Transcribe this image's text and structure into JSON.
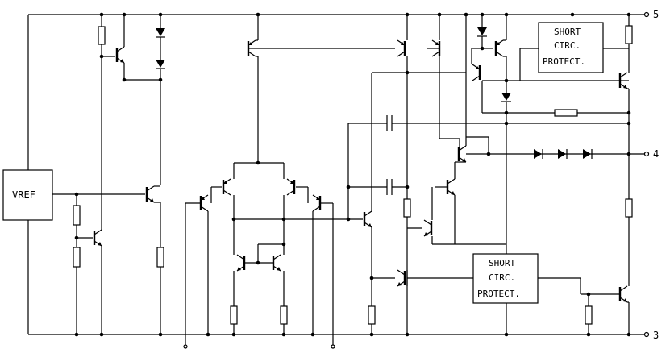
{
  "blocks": {
    "vref": "VREF",
    "short_circuit_top": [
      "SHORT",
      "CIRC.",
      "PROTECT."
    ],
    "short_circuit_bottom": [
      "SHORT",
      "CIRC.",
      "PROTECT."
    ]
  },
  "pins": {
    "supply": "5",
    "output": "4",
    "ground": "3"
  }
}
